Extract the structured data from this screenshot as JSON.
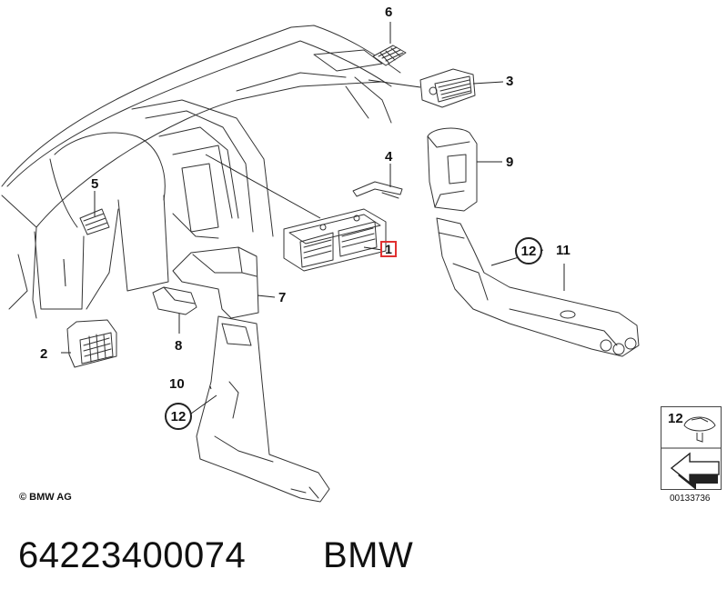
{
  "labels": {
    "c1": "1",
    "c2": "2",
    "c3": "3",
    "c4": "4",
    "c5": "5",
    "c6": "6",
    "c7": "7",
    "c8": "8",
    "c9": "9",
    "c10": "10",
    "c11": "11",
    "c12a": "12",
    "c12b": "12"
  },
  "legend": {
    "number": "12"
  },
  "footer": {
    "copyright": "© BMW AG",
    "reference": "00133736",
    "part_number": "64223400074",
    "brand": "BMW"
  },
  "colors": {
    "line": "#222222",
    "highlight": "#e03030",
    "background": "#ffffff"
  }
}
